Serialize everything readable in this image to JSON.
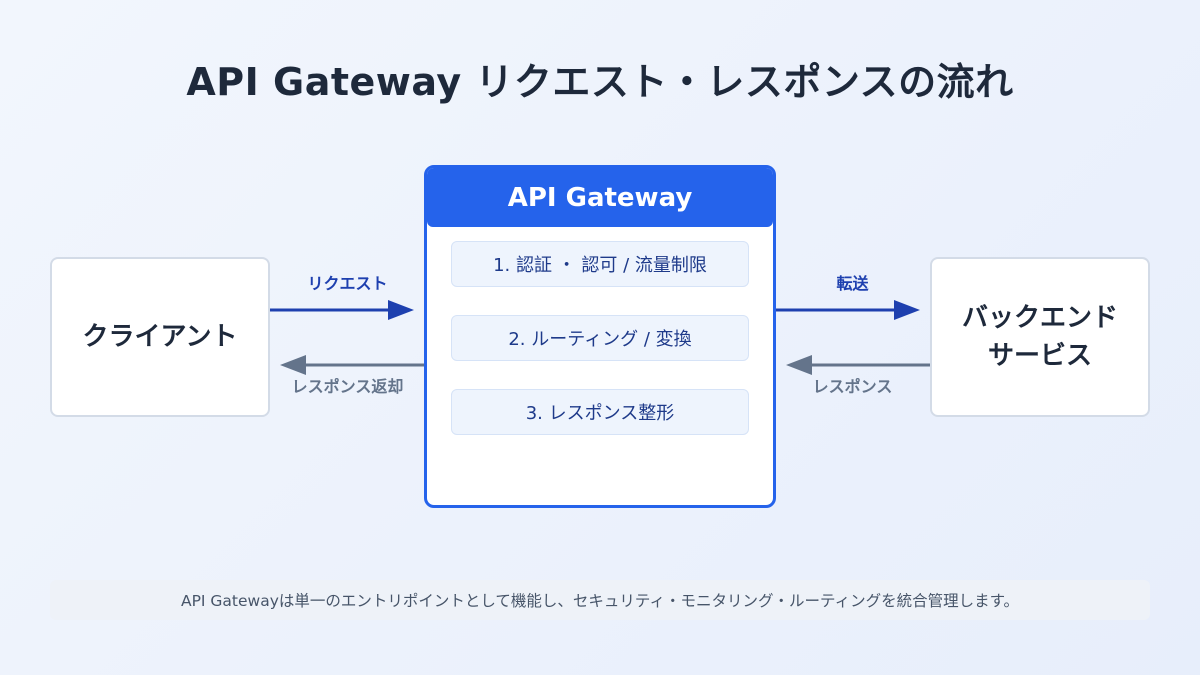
{
  "title": "API Gateway リクエスト・レスポンスの流れ",
  "client": {
    "label": "クライアント"
  },
  "backend": {
    "label": "バックエンド\nサービス"
  },
  "gateway": {
    "header": "API Gateway",
    "steps": [
      "1. 認証 ・ 認可 / 流量制限",
      "2. ルーティング / 変換",
      "3. レスポンス整形"
    ]
  },
  "arrows": {
    "request": "リクエスト",
    "forward": "転送",
    "response_return": "レスポンス返却",
    "response": "レスポンス"
  },
  "note": "API Gatewayは単一のエントリポイントとして機能し、セキュリティ・モニタリング・ルーティングを統合管理します。",
  "colors": {
    "accent": "#2563eb",
    "request_arrow": "#1e40af",
    "response_arrow": "#64748b"
  }
}
